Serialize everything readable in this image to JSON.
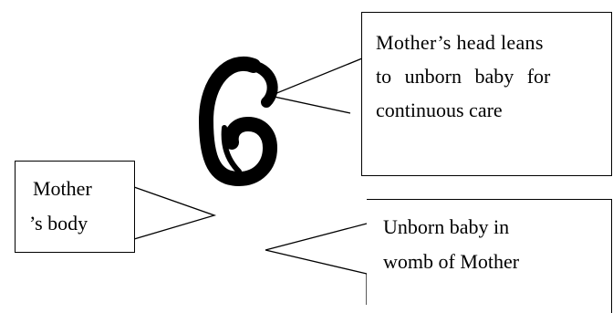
{
  "callouts": {
    "head": {
      "lines": [
        "Mother’s head leans",
        "to unborn baby for",
        "continuous care"
      ]
    },
    "body": {
      "lines": [
        "Mother",
        "’s body"
      ]
    },
    "baby": {
      "lines": [
        "Unborn baby in",
        "womb of Mother"
      ]
    }
  }
}
